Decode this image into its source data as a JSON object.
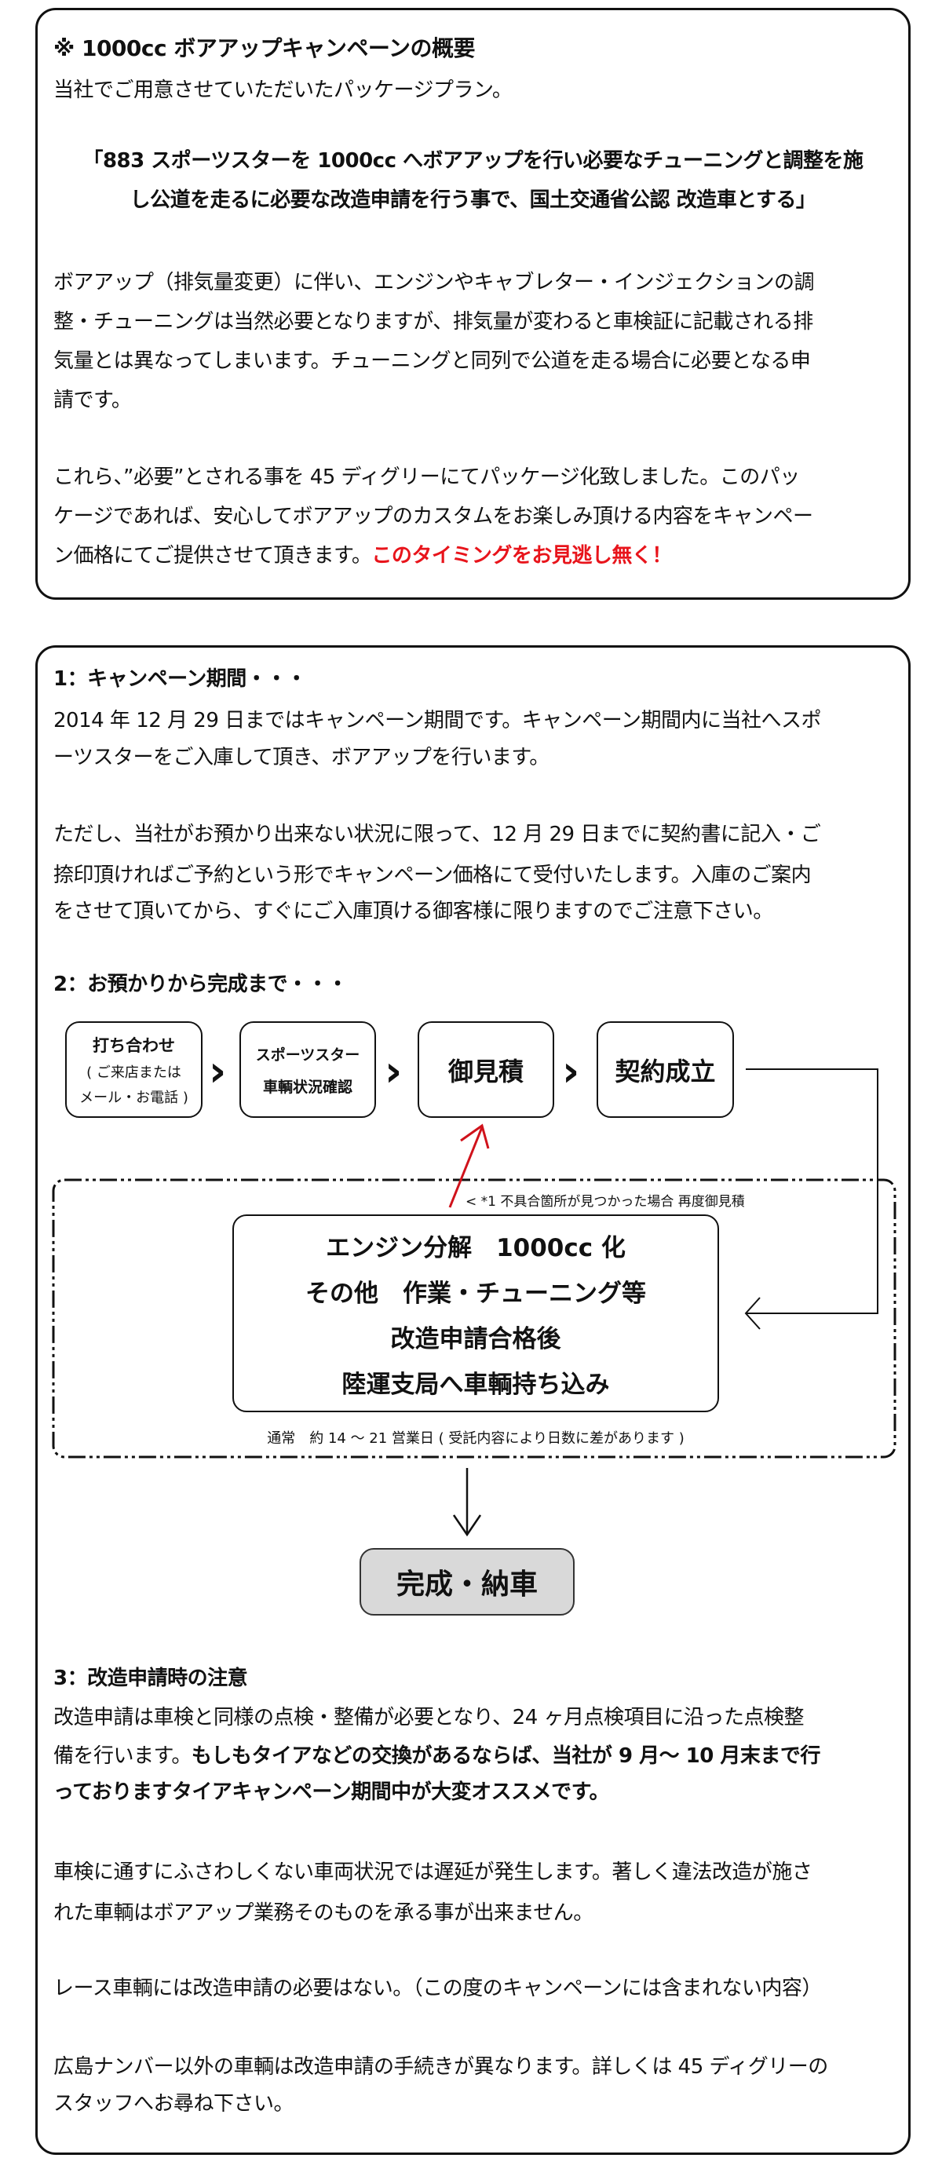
{
  "overview": {
    "title": "※ 1000cc ボアアップキャンペーンの概要",
    "intro": "当社でご用意させていただいたパッケージプラン。",
    "quote": [
      "「883 スポーツスターを 1000cc へボアアップを行い必要なチューニングと調整を施",
      "し公道を走るに必要な改造申請を行う事で、国土交通省公認 改造車とする」"
    ],
    "body1": [
      "ボアアップ（排気量変更）に伴い、エンジンやキャブレター・インジェクションの調",
      "整・チューニングは当然必要となりますが、排気量が変わると車検証に記載される排",
      "気量とは異なってしまいます。チューニングと同列で公道を走る場合に必要となる申",
      "請です。"
    ],
    "body2": [
      "これら、”必要”とされる事を 45 ディグリーにてパッケージ化致しました。このパッ",
      "ケージであれば、安心してボアアップのカスタムをお楽しみ頂ける内容をキャンペー",
      "ン価格にてご提供させて頂きます。"
    ],
    "highlight": "このタイミングをお見逃し無く！",
    "highlight_color": "#e8141b"
  },
  "section1": {
    "heading": "1：キャンペーン期間・・・",
    "p1": [
      "2014 年 12 月 29 日まではキャンペーン期間です。キャンペーン期間内に当社へスポ",
      "ーツスターをご入庫して頂き、ボアアップを行います。"
    ],
    "p2": [
      "ただし、当社がお預かり出来ない状況に限って、12 月 29 日までに契約書に記入・ご",
      "捺印頂ければご予約という形でキャンペーン価格にて受付いたします。入庫のご案内",
      "をさせて頂いてから、すぐにご入庫頂ける御客様に限りますのでご注意下さい。"
    ]
  },
  "section2": {
    "heading": "2：お預かりから完成まで・・・",
    "steps": [
      {
        "title": "打ち合わせ",
        "sub1": "( ご来店または",
        "sub2": "メール・お電話 )"
      },
      {
        "title": "スポーツスター",
        "sub1": "車輌状況確認"
      },
      {
        "title": "御見積"
      },
      {
        "title": "契約成立"
      }
    ],
    "note": "< *1 不具合箇所が見つかった場合 再度御見積",
    "work": [
      "エンジン分解　1000cc 化",
      "その他　作業・チューニング等",
      "改造申請合格後",
      "陸運支局へ車輌持ち込み"
    ],
    "duration": "通常　約 14 ～ 21 営業日 ( 受託内容により日数に差があります )",
    "final": "完成・納車",
    "arrow_color": "#d0121b",
    "final_fill": "#d9d9d9"
  },
  "section3": {
    "heading": "3：改造申請時の注意",
    "p1_normal_1": "改造申請は車検と同様の点検・整備が必要となり、24 ヶ月点検項目に沿った点検整",
    "p1_normal_2": "備を行います。",
    "p1_bold_1": "もしもタイアなどの交換があるならば、当社が 9 月～ 10 月末まで行",
    "p1_bold_2": "っておりますタイアキャンペーン期間中が大変オススメです。",
    "p2": [
      "車検に通すにふさわしくない車両状況では遅延が発生します。著しく違法改造が施さ",
      "れた車輌はボアアップ業務そのものを承る事が出来ません。"
    ],
    "p3": "レース車輌には改造申請の必要はない。（この度のキャンペーンには含まれない内容）",
    "p4": [
      "広島ナンバー以外の車輌は改造申請の手続きが異なります。詳しくは 45 ディグリーの",
      "スタッフへお尋ね下さい。"
    ]
  }
}
